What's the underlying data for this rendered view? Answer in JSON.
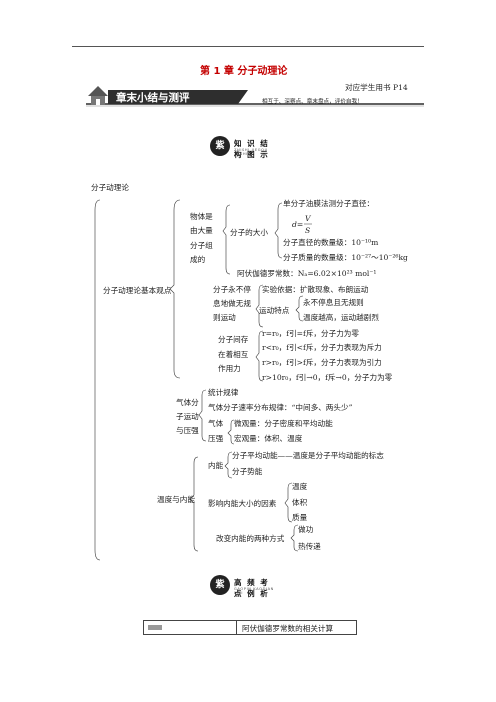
{
  "header": {
    "chapter_title": "第 1 章  分子动理论",
    "section_banner_title": "章末小结与测评",
    "page_ref": "对应学生用书 P14",
    "tagline": "相互于、深察点、章末盘点，评价自我！"
  },
  "badge_structure": {
    "icon": "紫",
    "title": "知 识 结 构 图 示",
    "subtitle": "ZHISHI JIEGOU TUSHI"
  },
  "badge_exam": {
    "icon": "紫",
    "title": "高 频 考 点 例 析",
    "subtitle": "GAOPIN KAODIAN LIXI"
  },
  "tree": {
    "root": "分子动理论",
    "basic": "分子动理论基本观点",
    "matter_large": [
      "物体是",
      "由大量",
      "分子组",
      "成的"
    ],
    "mol_size": "分子的大小",
    "oil_film": "单分子油膜法测分子直径：",
    "formula_d": "d=",
    "formula_V": "V",
    "formula_S": "S",
    "diameter": "分子直径的数量级：10⁻¹⁰m",
    "mass": "分子质量的数量级：10⁻²⁷～10⁻²⁶kg",
    "avogadro": "阿伏伽德罗常数：Nₐ=6.02×10²³ mol⁻¹",
    "motion_label": [
      "分子永不停",
      "息地做无规",
      "则运动"
    ],
    "exp_basis": "实验依据：扩散现象、布朗运动",
    "motion_feature": "运动特点",
    "feat1": "永不停息且无规则",
    "feat2": "温度越高，运动越剧烈",
    "force_label": [
      "分子间存",
      "在着相互",
      "作用力"
    ],
    "f1": "r=r₀，f引=f斥，分子力为零",
    "f2": "r<r₀，f引<f斥，分子力表现为斥力",
    "f3": "r>r₀，f引>f斥，分子力表现为引力",
    "f4": "r>10r₀，f引→0，f斥→0，分子力为零",
    "gas_label": [
      "气体分",
      "子运动",
      "与压强"
    ],
    "stat": "统计规律",
    "speed_dist": "气体分子速率分布规律：“中间多、两头少”",
    "gas_short": "气体",
    "pressure_short": "压强",
    "micro": "微观量：分子密度和平均动能",
    "macro": "宏观量：体积、温度",
    "temp_energy": "温度与内能",
    "inner_energy": "内能",
    "ke": "分子平均动能——温度是分子平均动能的标志",
    "pe": "分子势能",
    "factors": "影响内能大小的因素",
    "fac1": "温度",
    "fac2": "体积",
    "fac3": "质量",
    "change_ways": "改变内能的两种方式",
    "way1": "做功",
    "way2": "热传递"
  },
  "table": {
    "row1_title": "阿伏伽德罗常数的相关计算"
  }
}
